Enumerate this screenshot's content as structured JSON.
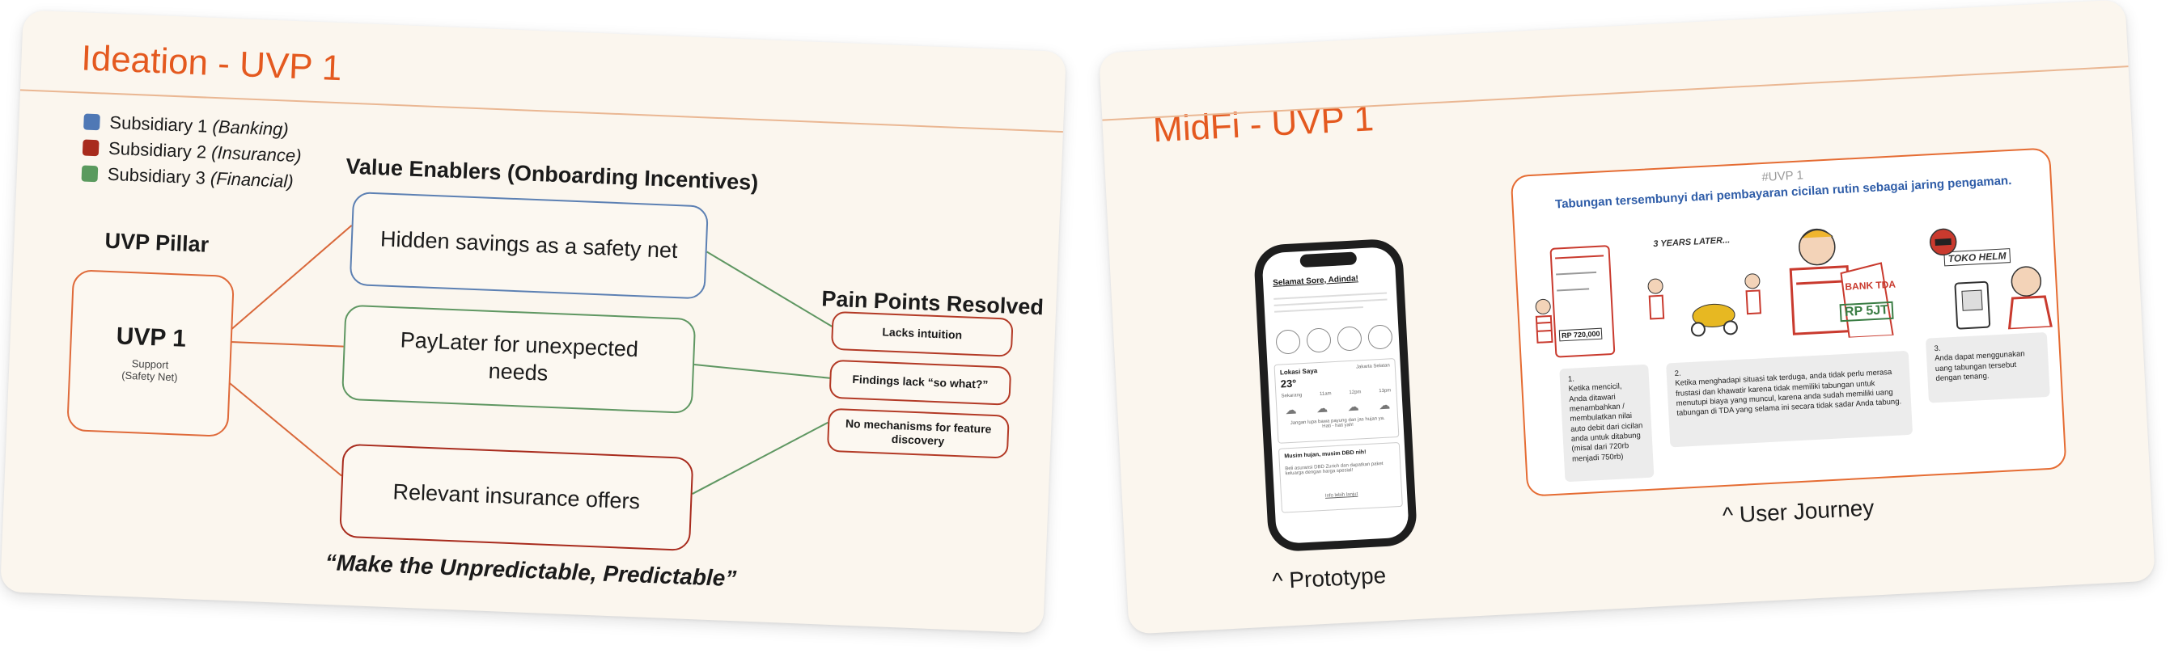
{
  "ideation": {
    "title": "Ideation - UVP 1",
    "legend": [
      {
        "label": "Subsidiary 1",
        "tag": "(Banking)",
        "color": "#4f78b5"
      },
      {
        "label": "Subsidiary 2",
        "tag": "(Insurance)",
        "color": "#a82b1d"
      },
      {
        "label": "Subsidiary 3",
        "tag": "(Financial)",
        "color": "#5a9a5e"
      }
    ],
    "pillar_heading": "UVP Pillar",
    "pillar": {
      "title": "UVP 1",
      "sub1": "Support",
      "sub2": "(Safety Net)"
    },
    "enablers_heading": "Value Enablers (Onboarding Incentives)",
    "enablers": [
      {
        "label": "Hidden savings as a safety net",
        "color": "#5c80b3"
      },
      {
        "label": "PayLater for unexpected needs",
        "color": "#5f9762"
      },
      {
        "label": "Relevant insurance offers",
        "color": "#a82b1d"
      }
    ],
    "pain_heading": "Pain Points Resolved",
    "pains": [
      "Lacks intuition",
      "Findings lack “so what?”",
      "No mechanisms for feature discovery"
    ],
    "quote": "“Make the Unpredictable, Predictable”",
    "line_color": "#d9683a",
    "line_color_alt": "#5f9762"
  },
  "midfi": {
    "title": "MidFi - UVP 1",
    "phone": {
      "greeting": "Selamat Sore, Adinda!",
      "location_label": "Lokasi Saya",
      "location_city": "Jakarta Selatan",
      "temperature": "23°",
      "hours": [
        "Sekarang",
        "11am",
        "12pm",
        "13pm"
      ],
      "weather_note": "Jangan lupa bawa payung dan jas hujan ya. Hati - hati yah!",
      "promo_title": "Musim hujan, musim DBD nih!",
      "promo_body": "Beli asuransi DBD Zurich dan dapatkan paket keluarga dengan harga spesial!",
      "promo_link": "Info lebih lanjut"
    },
    "prototype_caption": "^ Prototype",
    "journey": {
      "tag": "#UVP 1",
      "headline": "Tabungan tersembunyi dari pembayaran cicilan rutin sebagai jaring pengaman.",
      "sketch_texts": [
        "3 YEARS LATER...",
        "BANK TDA",
        "RP 5JT",
        "TOKO HELM",
        "RP 720,000"
      ],
      "steps": [
        {
          "num": "1.",
          "text": "Ketika mencicil, Anda ditawari menambahkan / membulatkan nilai auto debit dari cicilan anda untuk ditabung (misal dari 720rb menjadi 750rb)"
        },
        {
          "num": "2.",
          "text": "Ketika menghadapi situasi tak terduga, anda tidak perlu merasa frustasi dan khawatir karena tidak memiliki tabungan untuk menutupi biaya yang muncul, karena anda sudah memiliki uang tabungan di TDA yang selama ini secara tidak sadar Anda tabung."
        },
        {
          "num": "3.",
          "text": "Anda dapat menggunakan uang tabungan tersebut dengan tenang."
        }
      ]
    },
    "journey_caption": "^ User Journey"
  }
}
